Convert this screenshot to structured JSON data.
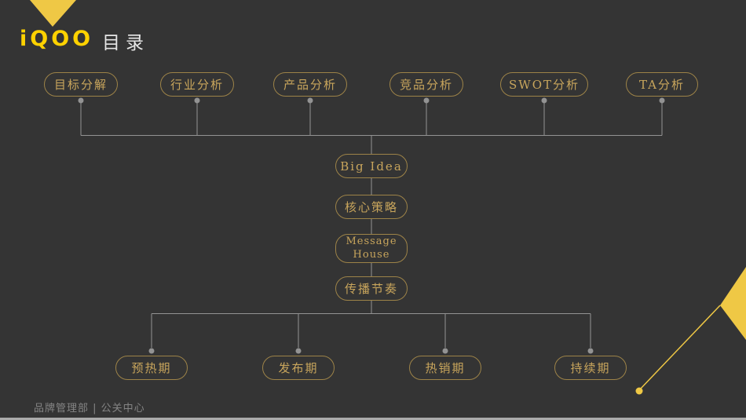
{
  "slide": {
    "logo": "iQOO",
    "title": "目录",
    "footer": "品牌管理部 | 公关中心"
  },
  "theme": {
    "background": "#343434",
    "accent_yellow": "#EFC845",
    "logo_yellow": "#FFD200",
    "node_border": "#9D8348",
    "node_text": "#C8A55C",
    "line_gray": "#939393",
    "title_color": "#E6E6E6",
    "footer_color": "#858585",
    "bottom_strip": "#ABABAB"
  },
  "diagram": {
    "top_row": [
      {
        "label": "目标分解"
      },
      {
        "label": "行业分析"
      },
      {
        "label": "产品分析"
      },
      {
        "label": "竞品分析"
      },
      {
        "label": "SWOT分析"
      },
      {
        "label": "TA分析"
      }
    ],
    "center_flow": [
      {
        "label": "Big Idea"
      },
      {
        "label": "核心策略"
      },
      {
        "label": "Message House"
      },
      {
        "label": "传播节奏"
      }
    ],
    "bottom_row": [
      {
        "label": "预热期"
      },
      {
        "label": "发布期"
      },
      {
        "label": "热销期"
      },
      {
        "label": "持续期"
      }
    ]
  }
}
